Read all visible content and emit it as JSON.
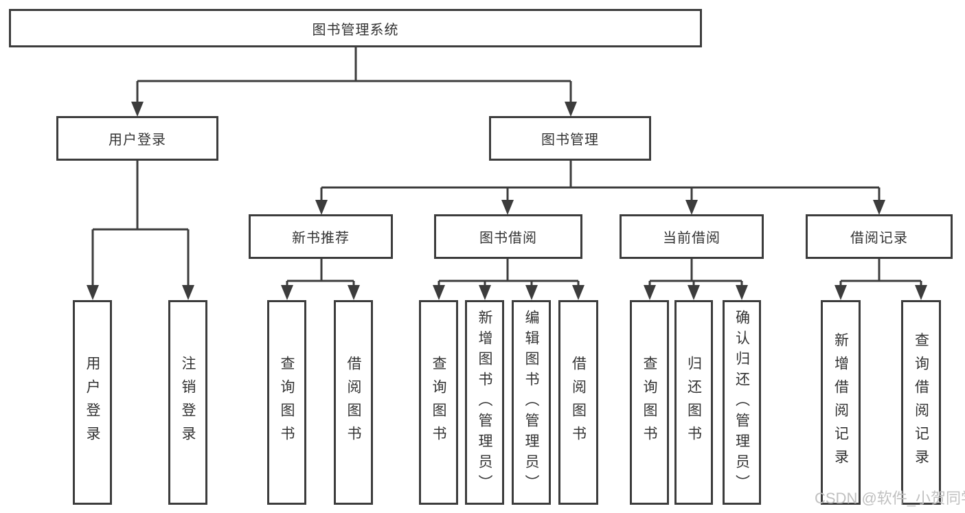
{
  "tree": {
    "label": "图书管理系统",
    "children": [
      {
        "label": "用户登录",
        "children": [
          {
            "label": "用户登录"
          },
          {
            "label": "注销登录"
          }
        ]
      },
      {
        "label": "图书管理",
        "children": [
          {
            "label": "新书推荐",
            "children": [
              {
                "label": "查询图书"
              },
              {
                "label": "借阅图书"
              }
            ]
          },
          {
            "label": "图书借阅",
            "children": [
              {
                "label": "查询图书"
              },
              {
                "label": "新增图书（管理员）"
              },
              {
                "label": "编辑图书（管理员）"
              },
              {
                "label": "借阅图书"
              }
            ]
          },
          {
            "label": "当前借阅",
            "children": [
              {
                "label": "查询图书"
              },
              {
                "label": "归还图书"
              },
              {
                "label": "确认归还（管理员）"
              }
            ]
          },
          {
            "label": "借阅记录",
            "children": [
              {
                "label": "新增借阅记录"
              },
              {
                "label": "查询借阅记录"
              }
            ]
          }
        ]
      }
    ]
  },
  "watermark": {
    "text": "CSDN @软件_小贺同学"
  },
  "colors": {
    "line": "#3c3c3c",
    "text": "#333333",
    "watermark": "#c0c0c0",
    "background": "#ffffff"
  }
}
